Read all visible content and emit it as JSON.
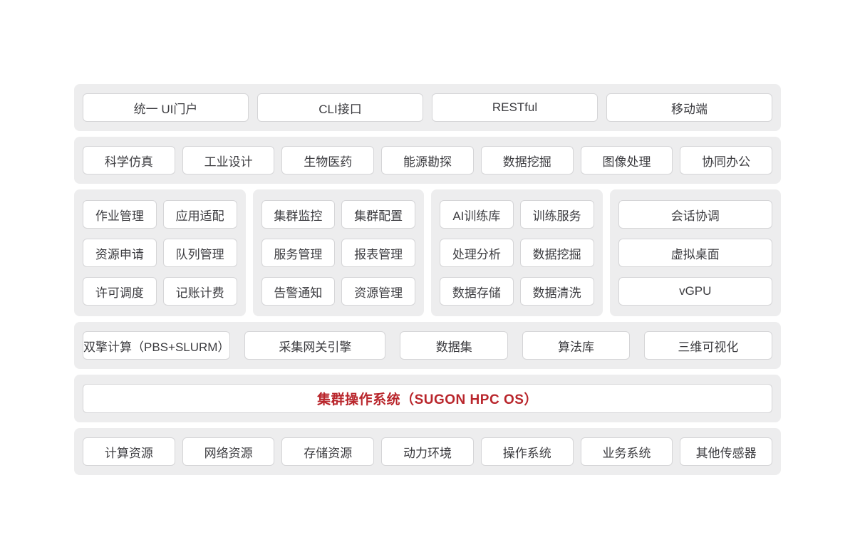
{
  "colors": {
    "accent_red": "#b9262c",
    "panel_bg": "#ededee",
    "box_bg": "#ffffff",
    "box_border": "#d5d5d7",
    "text": "#3c3c40"
  },
  "access_layer": {
    "items": [
      "统一 UI门户",
      "CLI接口",
      "RESTful",
      "移动端"
    ]
  },
  "application_layer": {
    "items": [
      "科学仿真",
      "工业设计",
      "生物医药",
      "能源勘探",
      "数据挖掘",
      "图像处理",
      "协同办公"
    ]
  },
  "platform_layer": {
    "job_group": [
      "作业管理",
      "应用适配",
      "资源申请",
      "队列管理",
      "许可调度",
      "记账计费"
    ],
    "cluster_group": [
      "集群监控",
      "集群配置",
      "服务管理",
      "报表管理",
      "告警通知",
      "资源管理"
    ],
    "ai_group": [
      "AI训练库",
      "训练服务",
      "处理分析",
      "数据挖掘",
      "数据存储",
      "数据清洗"
    ],
    "session_group": [
      "会话协调",
      "虚拟桌面",
      "vGPU"
    ]
  },
  "engine_layer": {
    "items": [
      "双擎计算（PBS+SLURM）",
      "采集网关引擎",
      "数据集",
      "算法库",
      "三维可视化"
    ]
  },
  "os_layer": {
    "title": "集群操作系统（SUGON HPC OS）"
  },
  "resource_layer": {
    "items": [
      "计算资源",
      "网络资源",
      "存储资源",
      "动力环境",
      "操作系统",
      "业务系统",
      "其他传感器"
    ]
  }
}
